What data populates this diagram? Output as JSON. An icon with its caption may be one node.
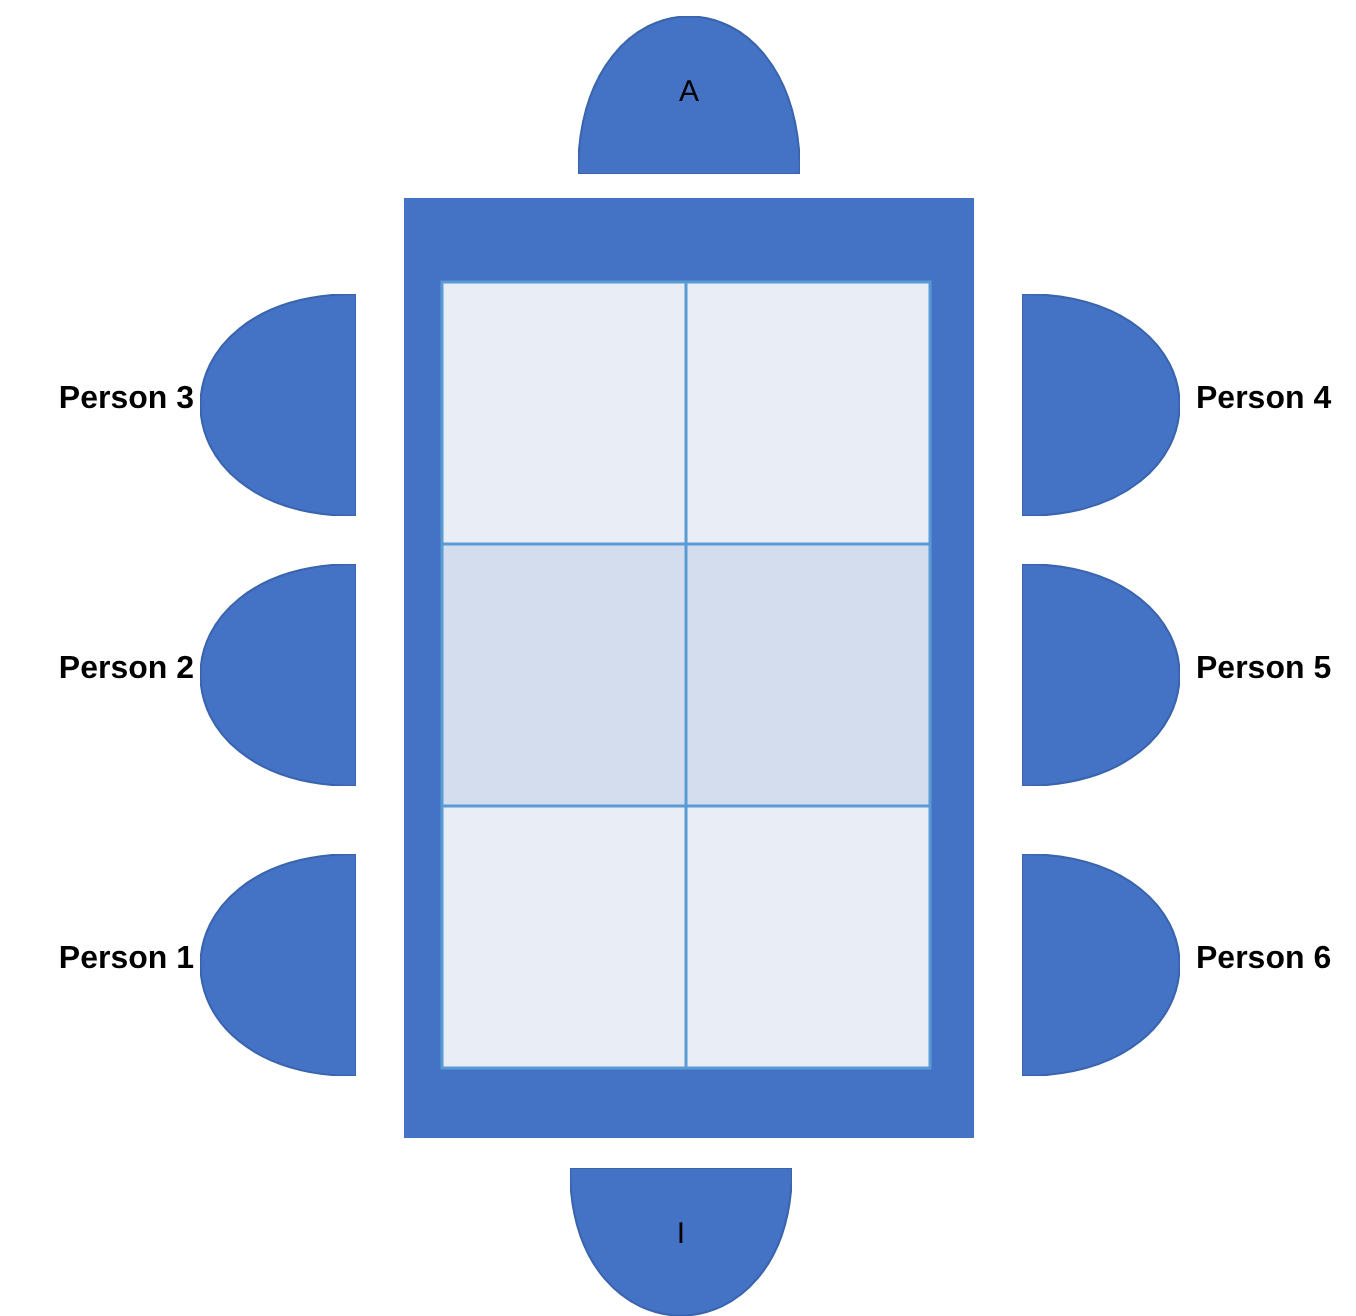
{
  "diagram": {
    "nodes": [
      {
        "text": [
          "A"
        ]
      },
      {
        "text": [],
        "shape": "semicircle",
        "beside": [
          "Person 3"
        ]
      },
      {
        "text": [],
        "shape": "semicircle",
        "beside": [
          "Person 4"
        ]
      },
      {
        "text": [],
        "shape": "semicircle",
        "beside": [
          "Person 2"
        ]
      },
      {
        "text": [],
        "shape": "semicircle",
        "beside": [
          "Person 5"
        ]
      },
      {
        "text": [],
        "shape": "semicircle",
        "beside": [
          "Person 1"
        ]
      },
      {
        "text": [],
        "shape": "semicircle",
        "beside": [
          "Person 6"
        ]
      },
      {
        "text": [
          "I"
        ]
      }
    ]
  }
}
